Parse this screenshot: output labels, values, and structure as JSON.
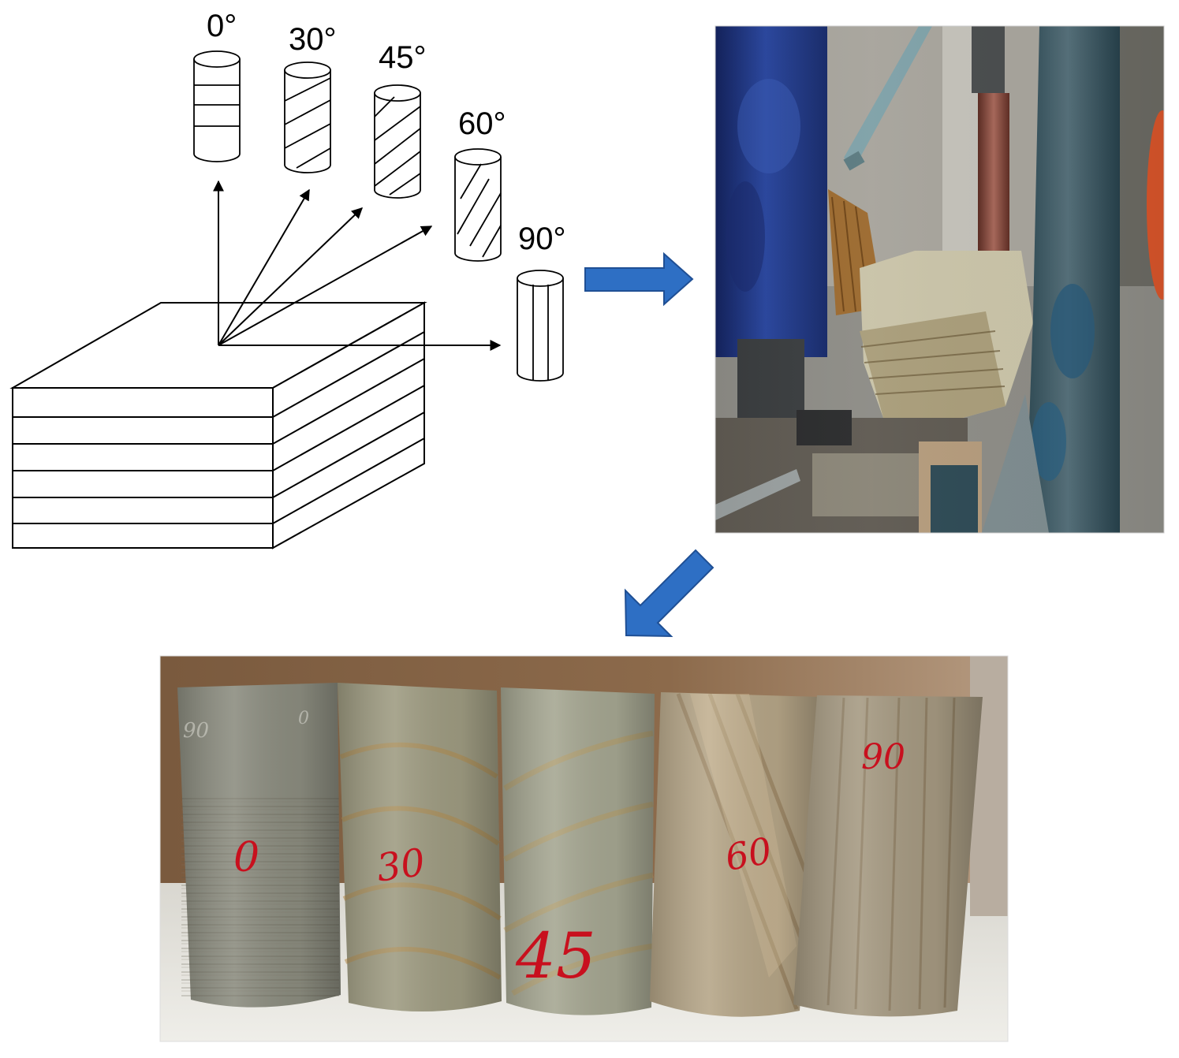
{
  "diagram": {
    "angles": [
      {
        "label": "0°",
        "degrees": 0
      },
      {
        "label": "30°",
        "degrees": 30
      },
      {
        "label": "45°",
        "degrees": 45
      },
      {
        "label": "60°",
        "degrees": 60
      },
      {
        "label": "90°",
        "degrees": 90
      }
    ],
    "arrow_color": "#2e6fc4"
  },
  "photo_drilling": {
    "subject": "core drilling machine with rock block"
  },
  "photo_samples": {
    "samples": [
      {
        "label": "0"
      },
      {
        "label": "30"
      },
      {
        "label": "45"
      },
      {
        "label": "60"
      },
      {
        "label": "90"
      }
    ],
    "corner_marks": [
      "90",
      "0"
    ]
  }
}
